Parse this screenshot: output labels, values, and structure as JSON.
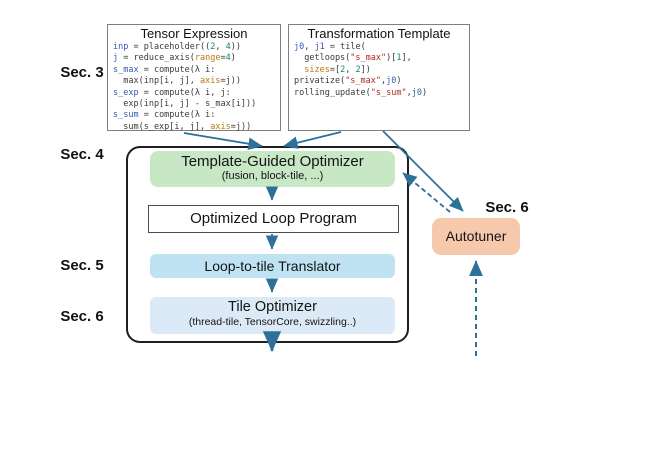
{
  "colors": {
    "arrow": "#2b7199",
    "green": "#c7e7c5",
    "blue1": "#bfe3f2",
    "blue2": "#dce9f7",
    "peach": "#f6c9ac"
  },
  "code_colors": {
    "var": "#2f5bb5",
    "num": "#12876f",
    "kw": "#b87a0a",
    "str": "#b02a20",
    "pl": "#3b3b3b"
  },
  "section_labels": {
    "sec3": "Sec. 3",
    "sec4": "Sec. 4",
    "sec5": "Sec. 5",
    "sec6_left": "Sec. 6",
    "sec6_right": "Sec. 6"
  },
  "tensor_expression": {
    "title": "Tensor Expression",
    "lines": [
      [
        [
          "inp",
          "var"
        ],
        [
          " = placeholder((",
          "pl"
        ],
        [
          "2",
          "num"
        ],
        [
          ", ",
          "pl"
        ],
        [
          "4",
          "num"
        ],
        [
          "))",
          "pl"
        ]
      ],
      [
        [
          "j",
          "var"
        ],
        [
          " = reduce_axis(",
          "pl"
        ],
        [
          "range",
          "kw"
        ],
        [
          "=",
          "pl"
        ],
        [
          "4",
          "num"
        ],
        [
          ")",
          "pl"
        ]
      ],
      [
        [
          "s_max",
          "var"
        ],
        [
          " = compute(λ i:",
          "pl"
        ]
      ],
      [
        [
          "  max(inp[i, j], ",
          "pl"
        ],
        [
          "axis",
          "kw"
        ],
        [
          "=j))",
          "pl"
        ]
      ],
      [
        [
          "s_exp",
          "var"
        ],
        [
          " = compute(λ i, j:",
          "pl"
        ]
      ],
      [
        [
          "  exp(inp[i, j] - s_max[i]))",
          "pl"
        ]
      ],
      [
        [
          "s_sum",
          "var"
        ],
        [
          " = compute(λ i:",
          "pl"
        ]
      ],
      [
        [
          "  sum(s_exp[i, j], ",
          "pl"
        ],
        [
          "axis",
          "kw"
        ],
        [
          "=j))",
          "pl"
        ]
      ]
    ]
  },
  "transformation_template": {
    "title": "Transformation Template",
    "lines": [
      [
        [
          "j0",
          "var"
        ],
        [
          ", ",
          "pl"
        ],
        [
          "j1",
          "var"
        ],
        [
          " = tile(",
          "pl"
        ]
      ],
      [
        [
          "  getloops(",
          "pl"
        ],
        [
          "\"s_max\"",
          "str"
        ],
        [
          ")[",
          "pl"
        ],
        [
          "1",
          "num"
        ],
        [
          "],",
          "pl"
        ]
      ],
      [
        [
          "  ",
          "pl"
        ],
        [
          "sizes",
          "kw"
        ],
        [
          "=[",
          "pl"
        ],
        [
          "2",
          "num"
        ],
        [
          ", ",
          "pl"
        ],
        [
          "2",
          "num"
        ],
        [
          "])",
          "pl"
        ]
      ],
      [
        [
          "privatize(",
          "pl"
        ],
        [
          "\"s_max\"",
          "str"
        ],
        [
          ",",
          "pl"
        ],
        [
          "j0",
          "var"
        ],
        [
          ")",
          "pl"
        ]
      ],
      [
        [
          "rolling_update(",
          "pl"
        ],
        [
          "\"s_sum\"",
          "str"
        ],
        [
          ",",
          "pl"
        ],
        [
          "j0",
          "var"
        ],
        [
          ")",
          "pl"
        ]
      ]
    ]
  },
  "pipeline": {
    "optimizer": {
      "title": "Template-Guided Optimizer",
      "subtitle": "(fusion, block-tile, ...)"
    },
    "loop_program": {
      "title": "Optimized Loop Program"
    },
    "translator": {
      "title": "Loop-to-tile Translator"
    },
    "tile_optimizer": {
      "title": "Tile Optimizer",
      "subtitle": "(thread-tile, TensorCore, swizzling..)"
    }
  },
  "autotuner": {
    "title": "Autotuner"
  }
}
